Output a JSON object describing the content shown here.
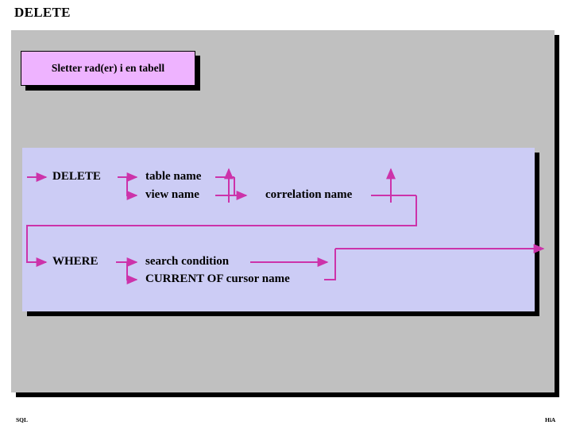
{
  "slide": {
    "title": "DELETE",
    "caption": "Sletter rad(er) i en tabell",
    "footer_left": "SQL",
    "footer_right": "HiA"
  },
  "colors": {
    "title_text": "#000000",
    "grey_panel": "#c0c0c0",
    "caption_fill": "#eeb3ff",
    "diagram_fill": "#ccccf5",
    "arrow": "#cc33aa",
    "shadow": "#000000"
  },
  "diagram": {
    "type": "railroad-syntax",
    "nodes": [
      {
        "id": "delete",
        "label": "DELETE"
      },
      {
        "id": "table-name",
        "label": "table name"
      },
      {
        "id": "view-name",
        "label": "view name"
      },
      {
        "id": "correlation-name",
        "label": "correlation name"
      },
      {
        "id": "where",
        "label": "WHERE"
      },
      {
        "id": "search-condition",
        "label": "search condition"
      },
      {
        "id": "current-of-cursor-name",
        "label": "CURRENT OF cursor name"
      }
    ]
  }
}
